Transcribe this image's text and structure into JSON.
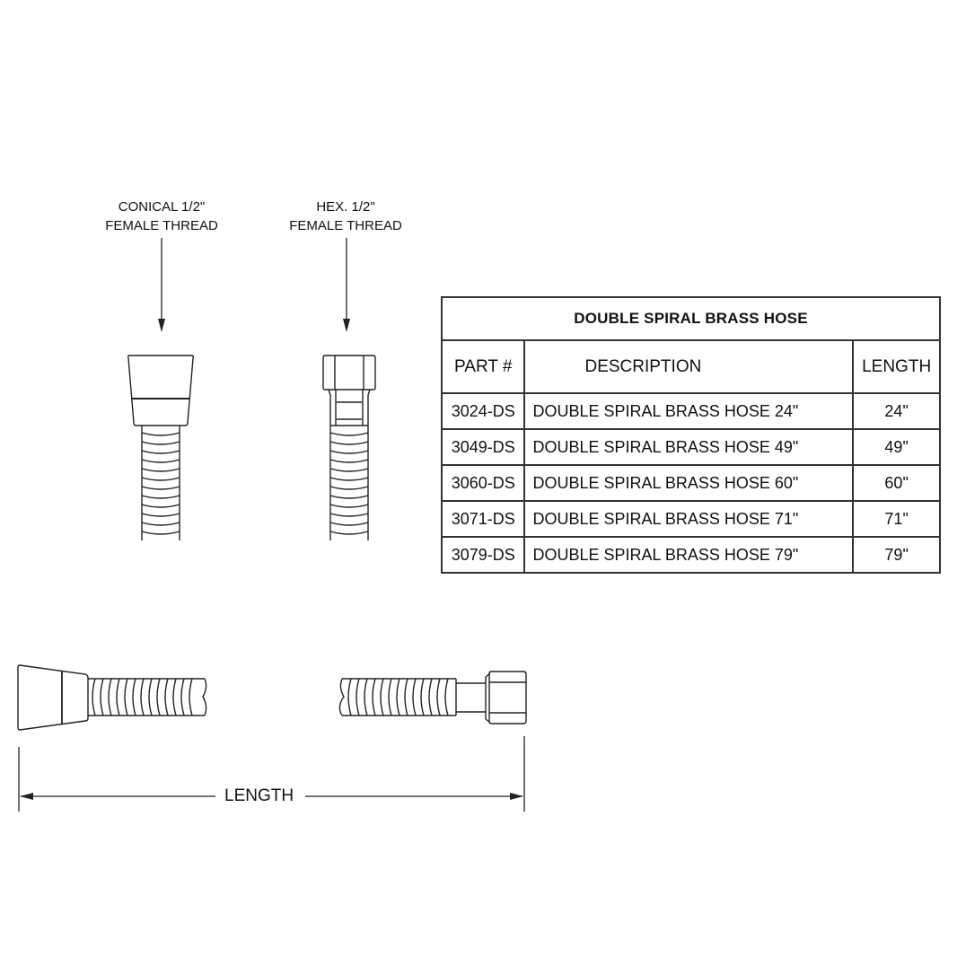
{
  "callouts": {
    "conical": {
      "line1": "CONICAL 1/2\"",
      "line2": "FEMALE THREAD"
    },
    "hex": {
      "line1": "HEX. 1/2\"",
      "line2": "FEMALE THREAD"
    }
  },
  "table": {
    "title": "DOUBLE SPIRAL BRASS HOSE",
    "headers": {
      "part": "PART #",
      "description": "DESCRIPTION",
      "length": "LENGTH"
    },
    "rows": [
      {
        "part": "3024-DS",
        "description": "DOUBLE SPIRAL BRASS HOSE 24\"",
        "length": "24\""
      },
      {
        "part": "3049-DS",
        "description": "DOUBLE SPIRAL BRASS HOSE 49\"",
        "length": "49\""
      },
      {
        "part": "3060-DS",
        "description": "DOUBLE SPIRAL BRASS HOSE 60\"",
        "length": "60\""
      },
      {
        "part": "3071-DS",
        "description": "DOUBLE SPIRAL BRASS HOSE 71\"",
        "length": "71\""
      },
      {
        "part": "3079-DS",
        "description": "DOUBLE SPIRAL BRASS HOSE 79\"",
        "length": "79\""
      }
    ]
  },
  "dimension": {
    "label": "LENGTH"
  },
  "colors": {
    "line": "#222222",
    "border": "#333333",
    "background": "#ffffff"
  }
}
